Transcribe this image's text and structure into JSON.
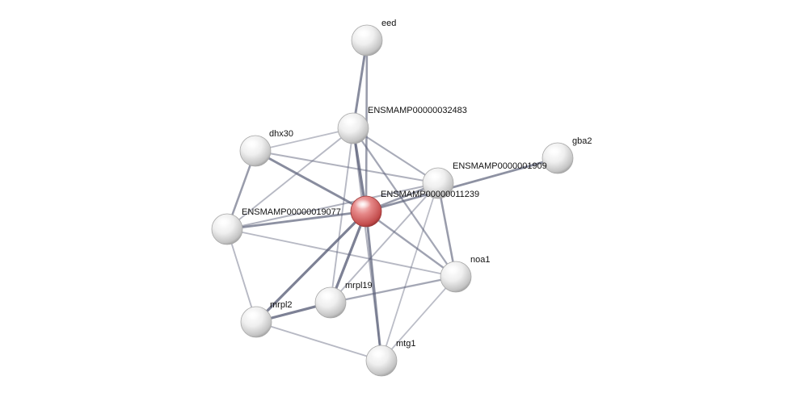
{
  "network": {
    "colors": {
      "background": "#ffffff",
      "node": "#e8e8e8",
      "query_node": "#d96a6a",
      "edge": "#5a5f78",
      "label": "#111111"
    },
    "nodes": [
      {
        "id": "eed",
        "label": "eed",
        "query": false
      },
      {
        "id": "p32483",
        "label": "ENSMAMP00000032483",
        "query": false
      },
      {
        "id": "dhx30",
        "label": "dhx30",
        "query": false
      },
      {
        "id": "gba2",
        "label": "gba2",
        "query": false
      },
      {
        "id": "p019",
        "label": "ENSMAMP0000001909",
        "query": false
      },
      {
        "id": "p11239",
        "label": "ENSMAMP00000011239",
        "query": true
      },
      {
        "id": "p19077",
        "label": "ENSMAMP00000019077",
        "query": false
      },
      {
        "id": "noa1",
        "label": "noa1",
        "query": false
      },
      {
        "id": "mrpl19",
        "label": "mrpl19",
        "query": false
      },
      {
        "id": "mrpl2",
        "label": "mrpl2",
        "query": false
      },
      {
        "id": "mtg1",
        "label": "mtg1",
        "query": false
      }
    ],
    "edges": [
      {
        "source": "eed",
        "target": "p32483",
        "score": 0.75
      },
      {
        "source": "eed",
        "target": "p11239",
        "score": 0.6
      },
      {
        "source": "p32483",
        "target": "dhx30",
        "score": 0.3
      },
      {
        "source": "p32483",
        "target": "p019",
        "score": 0.45
      },
      {
        "source": "p32483",
        "target": "p11239",
        "score": 0.85
      },
      {
        "source": "p32483",
        "target": "p19077",
        "score": 0.35
      },
      {
        "source": "p32483",
        "target": "noa1",
        "score": 0.5
      },
      {
        "source": "p32483",
        "target": "mrpl19",
        "score": 0.35
      },
      {
        "source": "p32483",
        "target": "mtg1",
        "score": 0.4
      },
      {
        "source": "dhx30",
        "target": "p019",
        "score": 0.4
      },
      {
        "source": "dhx30",
        "target": "p11239",
        "score": 0.75
      },
      {
        "source": "dhx30",
        "target": "p19077",
        "score": 0.6
      },
      {
        "source": "gba2",
        "target": "p11239",
        "score": 0.7
      },
      {
        "source": "p019",
        "target": "p11239",
        "score": 0.6
      },
      {
        "source": "p019",
        "target": "p19077",
        "score": 0.4
      },
      {
        "source": "p019",
        "target": "noa1",
        "score": 0.6
      },
      {
        "source": "p019",
        "target": "mrpl19",
        "score": 0.35
      },
      {
        "source": "p019",
        "target": "mtg1",
        "score": 0.3
      },
      {
        "source": "p11239",
        "target": "p19077",
        "score": 0.7
      },
      {
        "source": "p11239",
        "target": "noa1",
        "score": 0.55
      },
      {
        "source": "p11239",
        "target": "mrpl19",
        "score": 0.85
      },
      {
        "source": "p11239",
        "target": "mrpl2",
        "score": 0.85
      },
      {
        "source": "p11239",
        "target": "mtg1",
        "score": 0.75
      },
      {
        "source": "p19077",
        "target": "mrpl2",
        "score": 0.35
      },
      {
        "source": "p19077",
        "target": "noa1",
        "score": 0.35
      },
      {
        "source": "mrpl19",
        "target": "noa1",
        "score": 0.5
      },
      {
        "source": "mrpl19",
        "target": "mrpl2",
        "score": 0.85
      },
      {
        "source": "mtg1",
        "target": "noa1",
        "score": 0.3
      },
      {
        "source": "mtg1",
        "target": "mrpl2",
        "score": 0.35
      }
    ]
  }
}
